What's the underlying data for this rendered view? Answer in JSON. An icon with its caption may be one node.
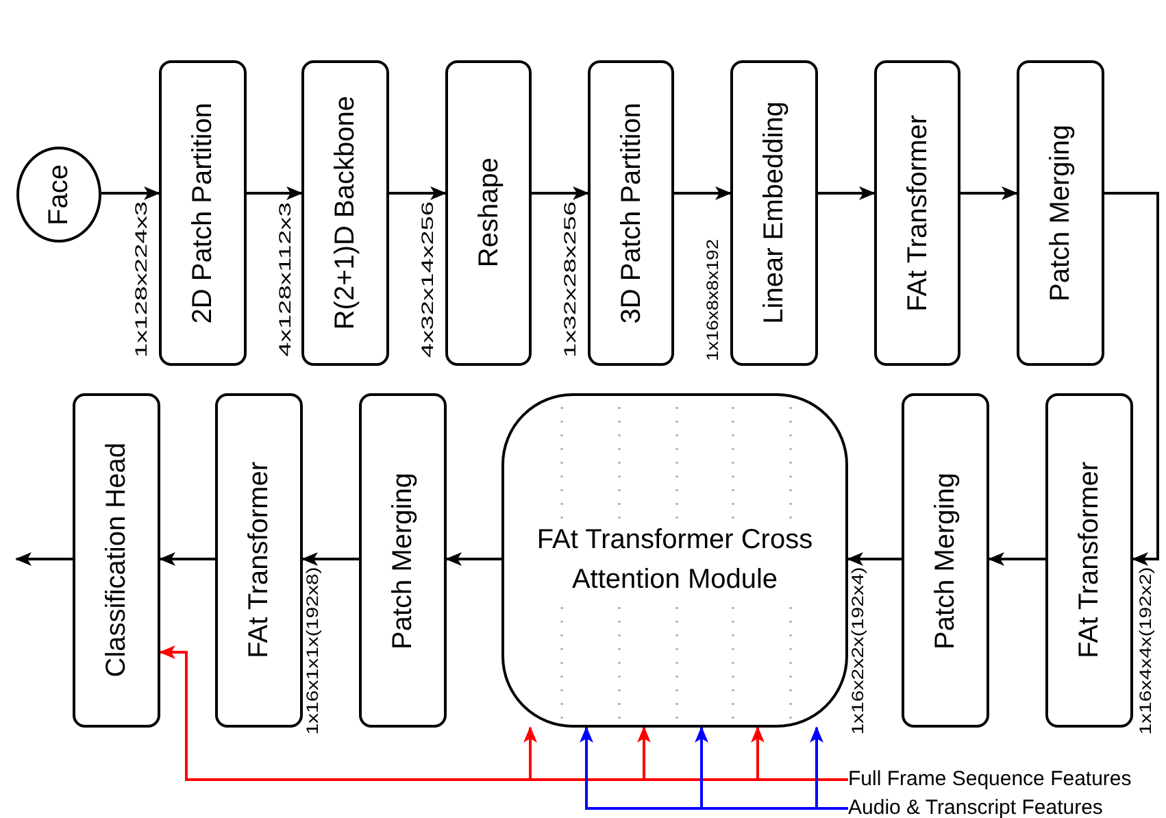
{
  "diagram": {
    "nodes": [
      {
        "text": [
          "Face"
        ]
      },
      {
        "text": [
          "2D Patch Partition"
        ]
      },
      {
        "text": [
          "R(2+1)D Backbone"
        ]
      },
      {
        "text": [
          "Reshape"
        ]
      },
      {
        "text": [
          "3D Patch Partition"
        ]
      },
      {
        "text": [
          "Linear Embedding"
        ]
      },
      {
        "text": [
          "FAt Transformer"
        ]
      },
      {
        "text": [
          "Patch Merging"
        ]
      },
      {
        "text": [
          "FAt Transformer"
        ]
      },
      {
        "text": [
          "Patch Merging"
        ]
      },
      {
        "text": [
          "FAt Transformer Cross Attention Module"
        ]
      },
      {
        "text": [
          "Patch Merging"
        ]
      },
      {
        "text": [
          "FAt Transformer"
        ]
      },
      {
        "text": [
          "Classification Head"
        ]
      },
      {
        "text": [
          "Full Frame Sequence Features"
        ]
      },
      {
        "text": [
          "Audio & Transcript Features"
        ]
      }
    ],
    "edges": [
      {
        "from": 0,
        "to": 1,
        "arrow": "to"
      },
      {
        "from": 1,
        "to": 2,
        "arrow": "to"
      },
      {
        "from": 2,
        "to": 3,
        "arrow": "to"
      },
      {
        "from": 3,
        "to": 4,
        "arrow": "to"
      },
      {
        "from": 4,
        "to": 5,
        "arrow": "to"
      },
      {
        "from": 5,
        "to": 6,
        "arrow": "to"
      },
      {
        "from": 6,
        "to": 7,
        "arrow": "to"
      },
      {
        "from": 7,
        "to": 8,
        "arrow": "to"
      },
      {
        "from": 8,
        "to": 9,
        "arrow": "to"
      },
      {
        "from": 9,
        "to": 10,
        "arrow": "to"
      },
      {
        "from": 10,
        "to": 11,
        "arrow": "to"
      },
      {
        "from": 11,
        "to": 12,
        "arrow": "to"
      },
      {
        "from": 12,
        "to": 13,
        "arrow": "to"
      },
      {
        "from": 13,
        "to": null,
        "arrow": "to"
      },
      {
        "from": 14,
        "to": 10,
        "arrow": "to",
        "color": "#ff0000"
      },
      {
        "from": 14,
        "to": 10,
        "arrow": "to",
        "color": "#ff0000"
      },
      {
        "from": 14,
        "to": 10,
        "arrow": "to",
        "color": "#ff0000"
      },
      {
        "from": 14,
        "to": 13,
        "arrow": "to",
        "color": "#ff0000"
      },
      {
        "from": 15,
        "to": 10,
        "arrow": "to",
        "color": "#0000ff"
      },
      {
        "from": 15,
        "to": 10,
        "arrow": "to",
        "color": "#0000ff"
      },
      {
        "from": 15,
        "to": 10,
        "arrow": "to",
        "color": "#0000ff"
      }
    ],
    "labels": [
      "1x128x224x3",
      "4x128x112x3",
      "4x32x14x256",
      "1x32x28x256",
      "1x16x8x8x192",
      "1x16x1x1x(192x8)",
      "1x16x2x2x(192x4)",
      "1x16x4x4x(192x2)"
    ]
  }
}
